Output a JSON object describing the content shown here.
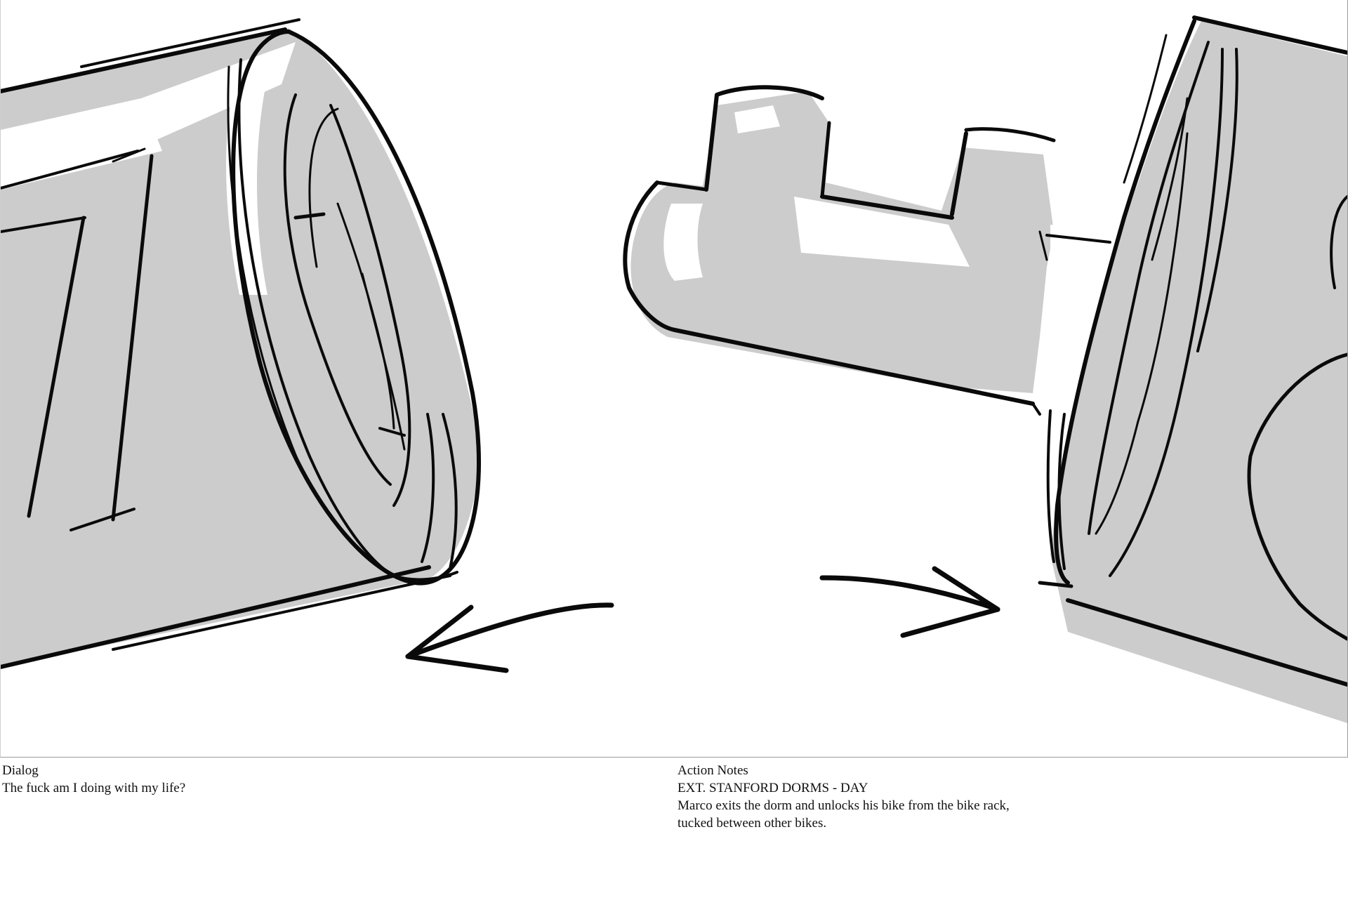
{
  "dialog": {
    "heading": "Dialog",
    "lines": [
      "The fuck am I doing with my life?"
    ]
  },
  "action_notes": {
    "heading": "Action Notes",
    "scene": "EXT. STANFORD DORMS - DAY",
    "lines": [
      "Marco exits the dorm and unlocks his bike from the bike rack,",
      "tucked between other bikes."
    ]
  },
  "colors": {
    "fill_gray": "#cccccc",
    "ink": "#0a0a0a",
    "border": "#9a9a9a"
  }
}
